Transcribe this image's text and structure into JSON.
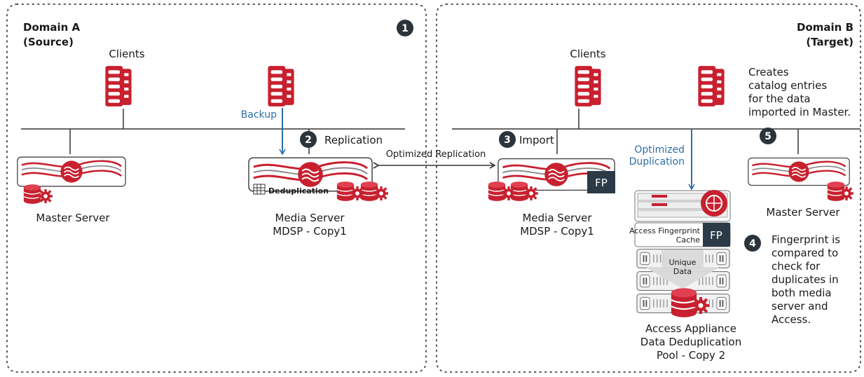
{
  "domains": {
    "a": {
      "title": "Domain A",
      "subtitle": "(Source)"
    },
    "b": {
      "title": "Domain B",
      "subtitle": "(Target)"
    }
  },
  "labels": {
    "clients_a": "Clients",
    "clients_b": "Clients",
    "backup": "Backup",
    "replication": "Replication",
    "optimized_replication": "Optimized Replication",
    "import": "Import",
    "optimized_duplication": [
      "Optimized",
      "Duplication"
    ],
    "creates_catalog": [
      "Creates",
      "catalog entries",
      "for the data",
      "imported in Master."
    ],
    "master_server_a": "Master Server",
    "master_server_b": "Master Server",
    "media_server_a": [
      "Media Server",
      "MDSP - Copy1"
    ],
    "media_server_b": [
      "Media Server",
      "MDSP - Copy1"
    ],
    "deduplication": "Deduplication",
    "fp": "FP",
    "access_fp_cache": [
      "Access Fingerprint",
      "Cache"
    ],
    "unique_data": [
      "Unique",
      "Data"
    ],
    "access_appliance": [
      "Access Appliance",
      "Data Deduplication",
      "Pool - Copy 2"
    ],
    "fingerprint_note": [
      "Fingerprint is",
      "compared to",
      "check for",
      "duplicates in",
      "both media",
      "server and",
      "Access."
    ]
  },
  "steps": [
    "1",
    "2",
    "3",
    "4",
    "5"
  ],
  "colors": {
    "brand_red": "#c8202f",
    "dark_red": "#8e1320",
    "step_badge": "#2b333b",
    "arrow_blue": "#2e6ea6",
    "fp_box": "#2b3a46",
    "line": "#333333"
  }
}
